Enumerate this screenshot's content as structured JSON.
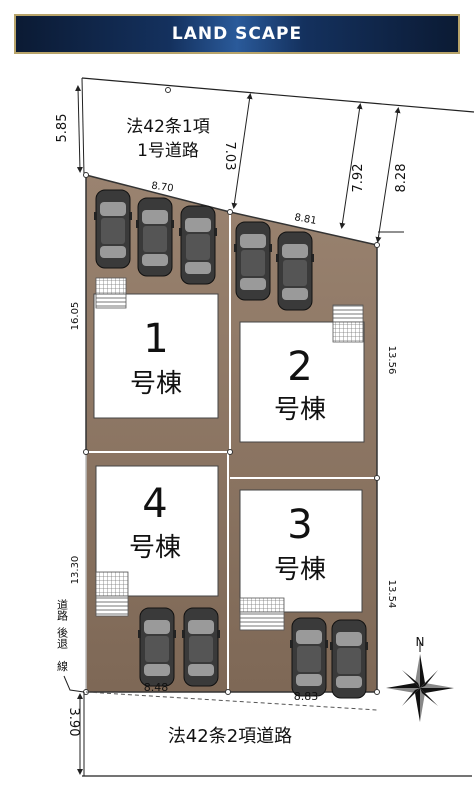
{
  "banner": {
    "title": "LAND SCAPE"
  },
  "roads": {
    "north_l1": "法42条1項",
    "north_l2": "1号道路",
    "south": "法42条2項道路",
    "setback_l1": "道路",
    "setback_l2": "後退",
    "setback_l3": "線"
  },
  "dimensions": {
    "north_w1": "8.70",
    "north_w2": "8.81",
    "left_depth_top": "16.05",
    "left_depth_bottom": "13.30",
    "right_depth_upper": "13.56",
    "right_depth_lower": "13.54",
    "road_w1": "5.85",
    "road_w2": "7.03",
    "road_w3": "7.92",
    "road_w4": "8.28",
    "south_w1": "8.48",
    "south_w2": "8.83",
    "south_road_w": "3.90"
  },
  "lots": [
    {
      "number": "1",
      "label": "号棟"
    },
    {
      "number": "2",
      "label": "号棟"
    },
    {
      "number": "3",
      "label": "号棟"
    },
    {
      "number": "4",
      "label": "号棟"
    }
  ],
  "compass": {
    "north": "N"
  },
  "colors": {
    "lot_fill": "#8c7561",
    "road_line": "#222222",
    "banner": "#14315e"
  }
}
